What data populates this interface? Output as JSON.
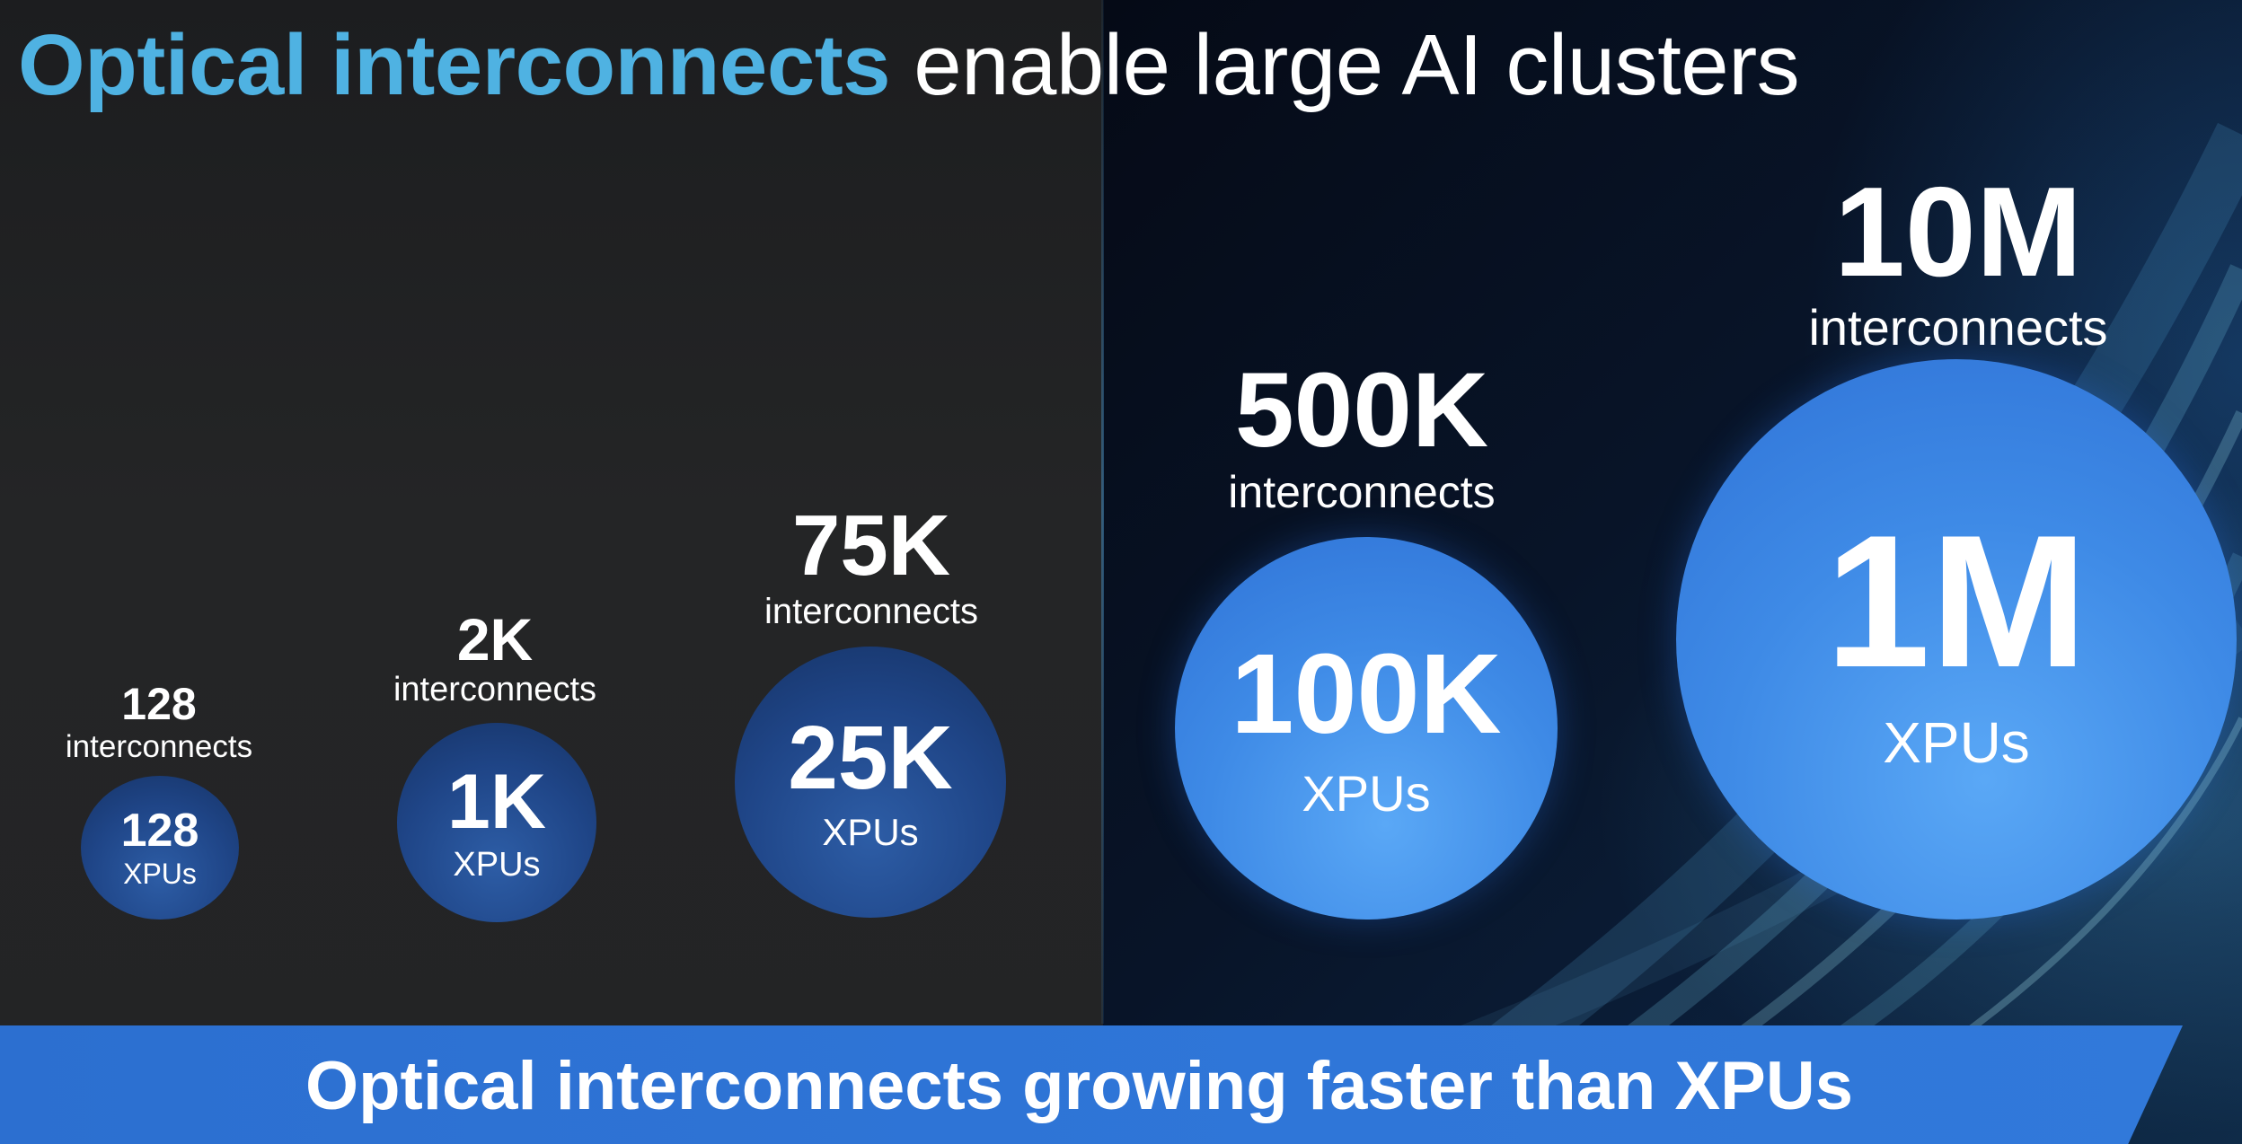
{
  "title": {
    "accent": "Optical interconnects",
    "rest": "enable large AI clusters"
  },
  "tiers": [
    {
      "interconnects": "128",
      "interconnects_label": "interconnects",
      "xpus": "128",
      "xpus_label": "XPUs"
    },
    {
      "interconnects": "2K",
      "interconnects_label": "interconnects",
      "xpus": "1K",
      "xpus_label": "XPUs"
    },
    {
      "interconnects": "75K",
      "interconnects_label": "interconnects",
      "xpus": "25K",
      "xpus_label": "XPUs"
    },
    {
      "interconnects": "500K",
      "interconnects_label": "interconnects",
      "xpus": "100K",
      "xpus_label": "XPUs"
    },
    {
      "interconnects": "10M",
      "interconnects_label": "interconnects",
      "xpus": "1M",
      "xpus_label": "XPUs"
    }
  ],
  "banner": {
    "text": "Optical interconnects growing faster than XPUs"
  },
  "colors": {
    "accent": "#4fb2e2",
    "dark_circle": "#1f4587",
    "bright_circle": "#3e8ae6",
    "banner": "#2f76d8",
    "left_background": "#232425",
    "right_background": "#081428"
  }
}
